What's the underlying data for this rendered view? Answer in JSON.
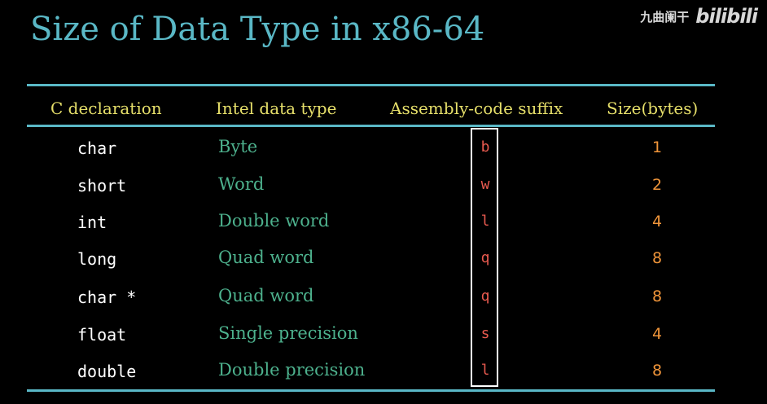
{
  "title": "Size of Data Type in x86-64",
  "watermark": {
    "author": "九曲阑干",
    "logo": "bilibili"
  },
  "colors": {
    "title": "#5ab8c6",
    "rule": "#5ab8c6",
    "header": "#e6df6a",
    "c_declaration": "#ffffff",
    "intel_type": "#4db18d",
    "suffix": "#e85a4f",
    "size": "#f0953a",
    "background": "#000000"
  },
  "table": {
    "headers": {
      "c_declaration": "C declaration",
      "intel_type": "Intel data type",
      "suffix": "Assembly-code suffix",
      "size": "Size(bytes)"
    },
    "rows": [
      {
        "c": "char",
        "intel": "Byte",
        "suffix": "b",
        "size": "1"
      },
      {
        "c": "short",
        "intel": "Word",
        "suffix": "w",
        "size": "2"
      },
      {
        "c": "int",
        "intel": "Double word",
        "suffix": "l",
        "size": "4"
      },
      {
        "c": "long",
        "intel": "Quad word",
        "suffix": "q",
        "size": "8"
      },
      {
        "c": "char *",
        "intel": "Quad word",
        "suffix": "q",
        "size": "8"
      },
      {
        "c": "float",
        "intel": "Single precision",
        "suffix": "s",
        "size": "4"
      },
      {
        "c": "double",
        "intel": "Double precision",
        "suffix": "l",
        "size": "8"
      }
    ]
  }
}
